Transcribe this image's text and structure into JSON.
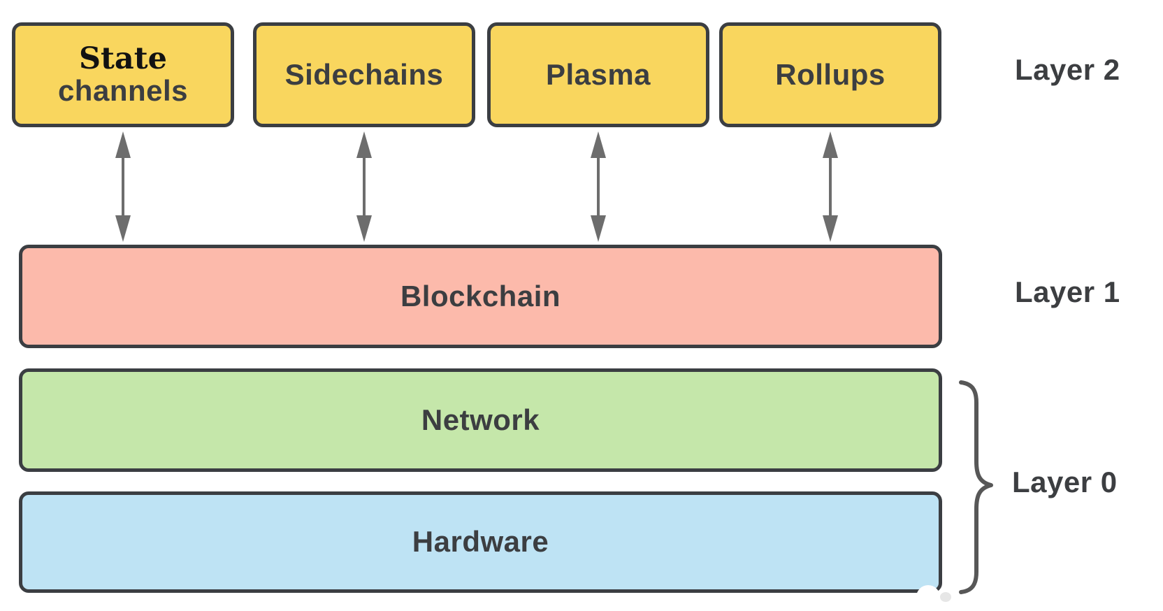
{
  "colors": {
    "canvas-bg": "#ffffff",
    "box-border": "#3b3e42",
    "yellow-fill": "#f9d65e",
    "salmon-fill": "#fcbaab",
    "green-fill": "#c5e7aa",
    "blue-fill": "#bee3f4",
    "label-text": "#3c3e41",
    "state-text": "#121212",
    "arrow-color": "#6d6d6d",
    "brace-color": "#575757"
  },
  "layer2": {
    "label": "Layer 2",
    "boxes": [
      {
        "line1": "State",
        "line2": "channels"
      },
      {
        "line1": "Sidechains"
      },
      {
        "line1": "Plasma"
      },
      {
        "line1": "Rollups"
      }
    ]
  },
  "layer1": {
    "label": "Layer 1",
    "box_label": "Blockchain"
  },
  "layer0": {
    "label": "Layer 0",
    "boxes": [
      "Network",
      "Hardware"
    ]
  }
}
